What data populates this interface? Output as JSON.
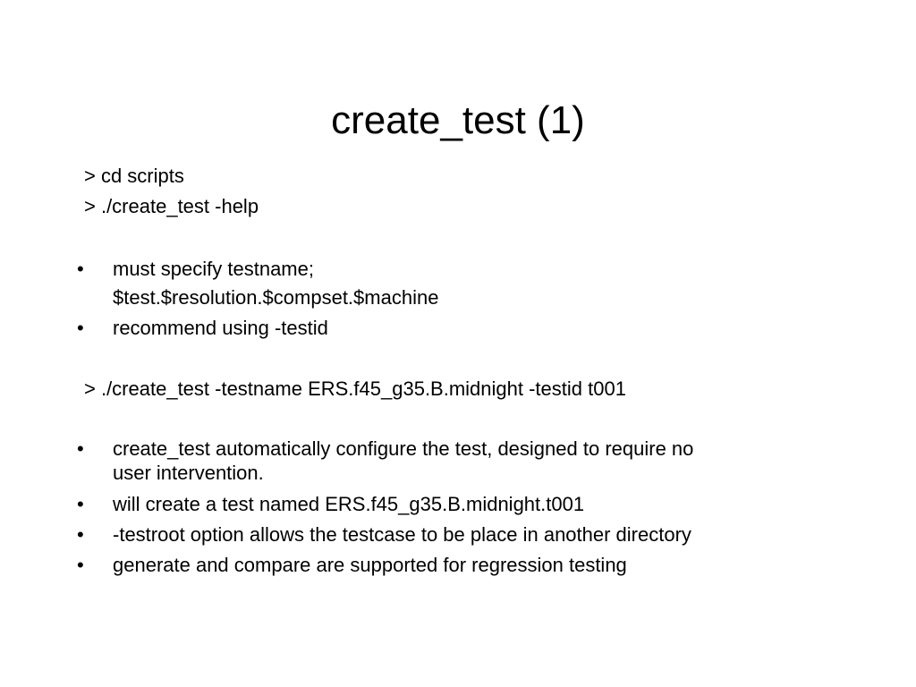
{
  "slide": {
    "title": "create_test (1)",
    "commands_top": [
      "> cd scripts",
      "> ./create_test -help"
    ],
    "bullets_a": [
      {
        "lines": [
          "must specify testname;",
          "$test.$resolution.$compset.$machine"
        ]
      },
      {
        "lines": [
          "recommend using -testid"
        ]
      }
    ],
    "command_mid": "> ./create_test -testname ERS.f45_g35.B.midnight -testid t001",
    "bullets_b": [
      {
        "lines": [
          "create_test automatically configure the test, designed to require no",
          "user intervention."
        ]
      },
      {
        "lines": [
          "will create a test named ERS.f45_g35.B.midnight.t001"
        ]
      },
      {
        "lines": [
          "-testroot option allows the testcase to be place in another directory"
        ]
      },
      {
        "lines": [
          "generate and compare are supported for regression testing"
        ]
      }
    ],
    "bullet_glyph": "•"
  }
}
